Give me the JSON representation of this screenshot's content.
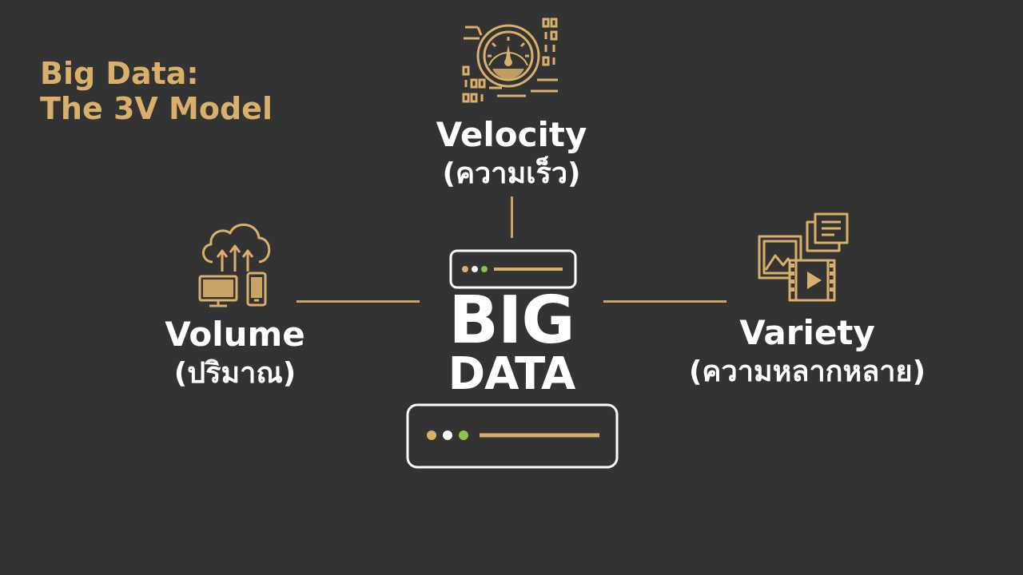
{
  "title": {
    "line1": "Big Data:",
    "line2": "The 3V Model"
  },
  "center": {
    "line1": "BIG",
    "line2": "DATA"
  },
  "nodes": {
    "velocity": {
      "name": "Velocity",
      "thai": "(ความเร็ว)",
      "icon": "speedometer-icon"
    },
    "volume": {
      "name": "Volume",
      "thai": "(ปริมาณ)",
      "icon": "cloud-upload-devices-icon"
    },
    "variety": {
      "name": "Variety",
      "thai": "(ความหลากหลาย)",
      "icon": "media-files-icon"
    }
  },
  "colors": {
    "background": "#333333",
    "accent": "#d8b06b",
    "text": "#ffffff",
    "dot_green": "#8bc34a"
  }
}
